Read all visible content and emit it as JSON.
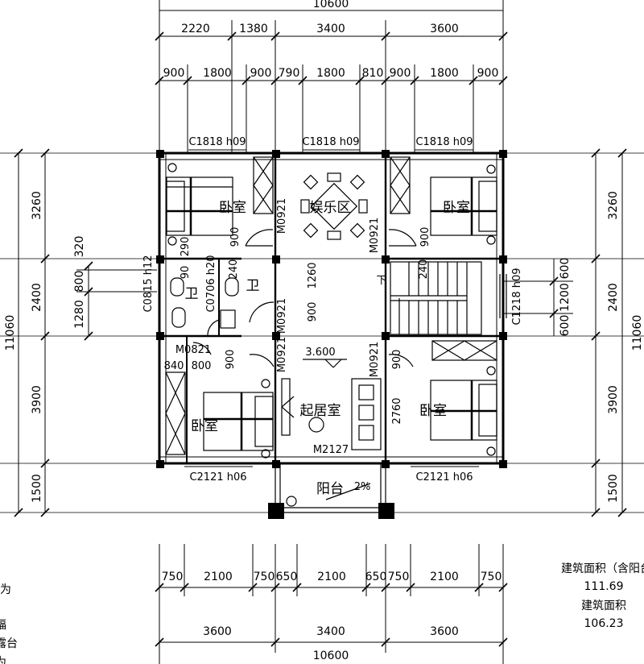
{
  "dimensions": {
    "top_total": "10600",
    "top_row1": [
      "2220",
      "1380",
      "3400",
      "3600"
    ],
    "top_row2": [
      "900",
      "1800",
      "900",
      "790",
      "1800",
      "810",
      "900",
      "1800",
      "900"
    ],
    "bottom_row1": [
      "750",
      "2100",
      "750",
      "650",
      "2100",
      "650",
      "750",
      "2100",
      "750"
    ],
    "bottom_row2": [
      "3600",
      "3400",
      "3600"
    ],
    "bottom_total": "10600",
    "left_row1": [
      "3260",
      "2400",
      "3900",
      "1500"
    ],
    "left_total": "11060",
    "left_row2": [
      "320",
      "800",
      "1280"
    ],
    "right_row1": [
      "3260",
      "2400",
      "3900",
      "1500"
    ],
    "right_total": "11060",
    "right_row2": [
      "600",
      "1200",
      "600"
    ]
  },
  "rooms": {
    "bedroom_nw": "卧室",
    "entertainment": "娱乐区",
    "bedroom_ne": "卧室",
    "bath_1": "卫",
    "bath_2": "卫",
    "bedroom_sw": "卧室",
    "living": "起居室",
    "bedroom_se": "卧室",
    "balcony": "阳台"
  },
  "windows": {
    "top_1": "C1818 h09",
    "top_2": "C1818 h09",
    "top_3": "C1818 h09",
    "bottom_1": "C2121 h06",
    "bottom_2": "C2121 h06",
    "left_bath": "C0815 h12",
    "inner_bath": "C0706 h20",
    "stair": "C1218 h09"
  },
  "doors": {
    "d1": "M0921",
    "d2": "M0921",
    "d3": "M0921",
    "d4": "M0921",
    "d5": "M0921",
    "d6": "M0821",
    "main": "M2127"
  },
  "inner_dims": {
    "d900_a": "900",
    "d900_b": "900",
    "d900_c": "900",
    "d900_d": "900",
    "d900_e": "900",
    "d1260": "1260",
    "d240_a": "240",
    "d240_b": "240",
    "d290": "290",
    "d90": "90",
    "d840": "840",
    "d800": "800",
    "d2760": "2760"
  },
  "level": "3.600",
  "slope": "2%",
  "stair_down": "下",
  "area": {
    "gross_label": "建筑面积（含阳台",
    "gross_value": "111.69",
    "net_label": "建筑面积",
    "net_value": "106.23"
  },
  "margin_notes": [
    "为",
    "福",
    "露台",
    "为"
  ]
}
